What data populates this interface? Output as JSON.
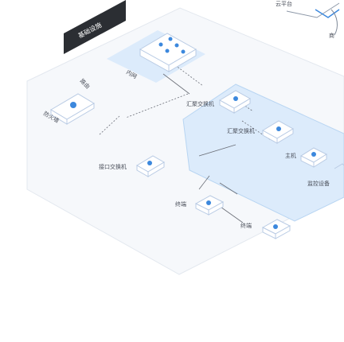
{
  "banner": {
    "label": "基础设施",
    "bg": "#2b2e33"
  },
  "colors": {
    "platform": "#f6f8fb",
    "platform_edge": "#e3e8ef",
    "blue_zone": "#dcebfb",
    "blue_zone_edge": "#b8d5f2",
    "device_blue": "#3c88dd",
    "device_dark": "#1e5aa8",
    "device_body": "#ffffff",
    "device_outline": "#b9cbe4",
    "line": "#6b6f78"
  },
  "nodes": {
    "top_right": {
      "label": "云平台"
    },
    "side_right": {
      "label": "商"
    },
    "core_switch": {
      "label": "内网"
    },
    "left_router": {
      "label": "防火墙"
    },
    "left_router_alt": {
      "label": "路由"
    },
    "access_switch": {
      "label": "接口交换机"
    },
    "dist_switch_1": {
      "label": "汇聚交换机"
    },
    "dist_switch_2": {
      "label": "汇聚交换机"
    },
    "host": {
      "label": "主机"
    },
    "monitor": {
      "label": "监控设备"
    },
    "terminal_1": {
      "label": "终端"
    },
    "terminal_2": {
      "label": "终端"
    }
  }
}
